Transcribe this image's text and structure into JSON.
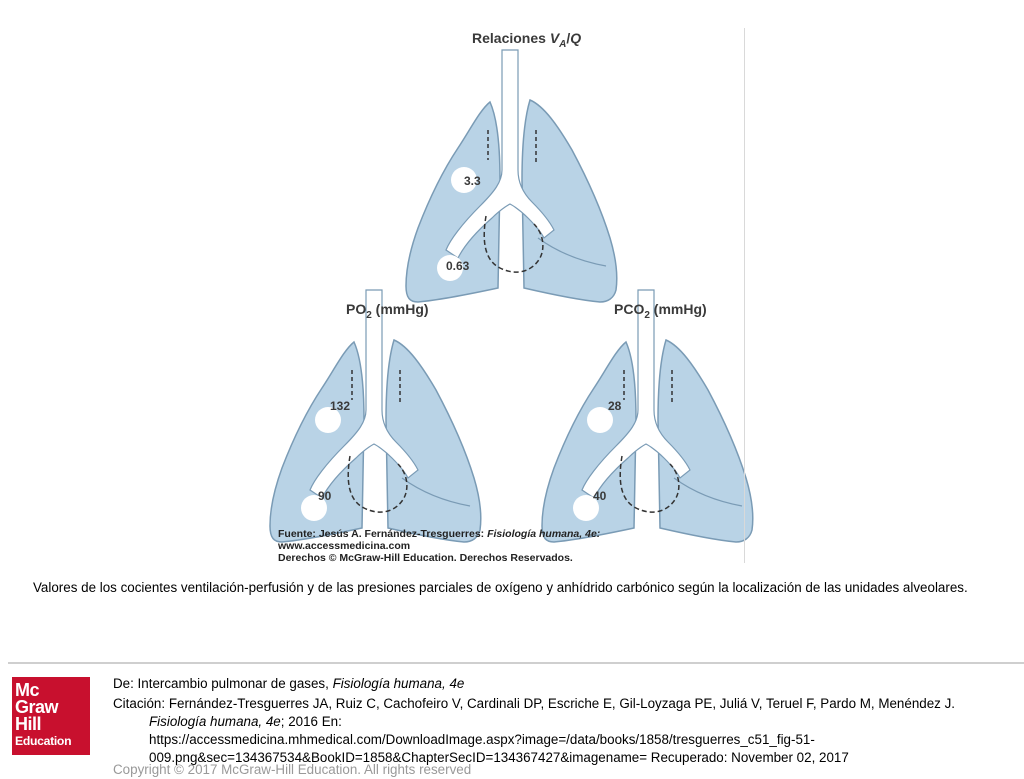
{
  "diagram": {
    "vq_title": {
      "main": "Relaciones ",
      "v": "V",
      "sub": "A",
      "slash": "/",
      "q": "Q"
    },
    "vq_values": {
      "top": "3.3",
      "bottom": "0.63"
    },
    "po2_title": {
      "pre": "PO",
      "sub": "2",
      "post": " (mmHg)"
    },
    "po2_values": {
      "top": "132",
      "bottom": "90"
    },
    "pco2_title": {
      "pre": "PCO",
      "sub": "2",
      "post": " (mmHg)"
    },
    "pco2_values": {
      "top": "28",
      "bottom": "40"
    },
    "source_lines": [
      "Fuente: Jesús A. Fernández-Tresguerres: ",
      "Fisiología humana, 4e:",
      "www.accessmedicina.com",
      "Derechos © McGraw-Hill Education. Derechos Reservados."
    ],
    "colors": {
      "lung_fill": "#b9d3e6",
      "lung_stroke": "#7a9bb5",
      "airway": "#ffffff"
    }
  },
  "caption": "Valores de los cocientes ventilación-perfusión y de las presiones parciales de oxígeno y anhídrido carbónico según la localización de las unidades alveolares.",
  "footer": {
    "logo": {
      "line1": "Mc",
      "line2": "Graw",
      "line3": "Hill",
      "line4": "Education"
    },
    "de_prefix": "De: Intercambio pulmonar de gases, ",
    "de_book": "Fisiología humana, 4e",
    "citation_prefix": "Citación: Fernández-Tresguerres JA, Ruiz C, Cachofeiro V, Cardinali DP, Escriche E, Gil-Loyzaga PE, Juliá V, Teruel F, Pardo M, Menéndez J.",
    "citation_book": "Fisiología humana, 4e",
    "citation_year": "; 2016 En:",
    "citation_url": "https://accessmedicina.mhmedical.com/DownloadImage.aspx?image=/data/books/1858/tresguerres_c51_fig-51-",
    "citation_tail": "009.png&sec=134367534&BookID=1858&ChapterSecID=134367427&imagename= Recuperado: November 02, 2017",
    "copyright": "Copyright © 2017 McGraw-Hill Education. All rights reserved"
  }
}
